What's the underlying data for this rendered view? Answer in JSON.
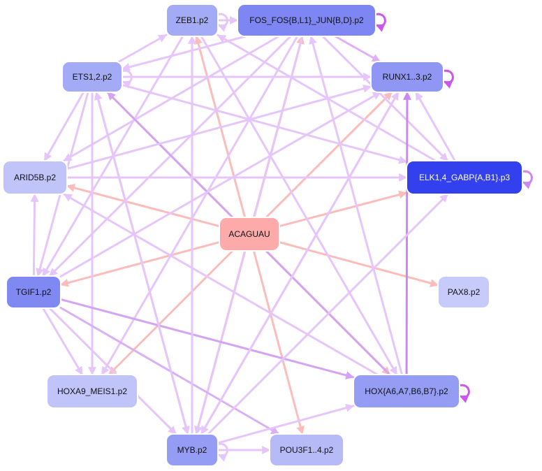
{
  "graph": {
    "nodes": [
      {
        "id": "ZEB1",
        "label": "ZEB1.p2",
        "color": "#a3aaf6"
      },
      {
        "id": "FOS",
        "label": "FOS_FOS{B,L1}_JUN{B,D}.p2",
        "color": "#7d86f2"
      },
      {
        "id": "ETS12",
        "label": "ETS1,2.p2",
        "color": "#a3aaf6"
      },
      {
        "id": "RUNX1",
        "label": "RUNX1..3.p2",
        "color": "#8f96f4"
      },
      {
        "id": "ARID5B",
        "label": "ARID5B.p2",
        "color": "#c0c4f9"
      },
      {
        "id": "ELK1",
        "label": "ELK1,4_GABP{A,B1}.p3",
        "color": "#3340ee"
      },
      {
        "id": "ACAGUAU",
        "label": "ACAGUAU",
        "color": "#fcaaaa"
      },
      {
        "id": "TGIF1",
        "label": "TGIF1.p2",
        "color": "#8088f2"
      },
      {
        "id": "PAX8",
        "label": "PAX8.p2",
        "color": "#c7cbfa"
      },
      {
        "id": "HOXA9",
        "label": "HOXA9_MEIS1.p2",
        "color": "#c0c4f9"
      },
      {
        "id": "HOXA6",
        "label": "HOX{A6,A7,B6,B7}.p2",
        "color": "#959cf4"
      },
      {
        "id": "MYB",
        "label": "MYB.p2",
        "color": "#959cf4"
      },
      {
        "id": "POU3F1",
        "label": "POU3F1..4.p2",
        "color": "#b6bbf8"
      }
    ],
    "edges": [
      {
        "from": "ACAGUAU",
        "to": "ZEB1",
        "color": "#fcbcbc"
      },
      {
        "from": "ACAGUAU",
        "to": "FOS",
        "color": "#fcbcbc"
      },
      {
        "from": "ACAGUAU",
        "to": "ETS12",
        "color": "#fcbcbc"
      },
      {
        "from": "ACAGUAU",
        "to": "RUNX1",
        "color": "#fcbcbc"
      },
      {
        "from": "ACAGUAU",
        "to": "ARID5B",
        "color": "#fcbcbc"
      },
      {
        "from": "ACAGUAU",
        "to": "ELK1",
        "color": "#fcbcbc"
      },
      {
        "from": "ACAGUAU",
        "to": "TGIF1",
        "color": "#fcbcbc"
      },
      {
        "from": "ACAGUAU",
        "to": "PAX8",
        "color": "#fcbcbc"
      },
      {
        "from": "ACAGUAU",
        "to": "HOXA9",
        "color": "#fcbcbc"
      },
      {
        "from": "ACAGUAU",
        "to": "HOXA6",
        "color": "#fcbcbc"
      },
      {
        "from": "ACAGUAU",
        "to": "MYB",
        "color": "#fcbcbc"
      },
      {
        "from": "ACAGUAU",
        "to": "POU3F1",
        "color": "#fcbcbc"
      },
      {
        "from": "FOS",
        "to": "RUNX1",
        "color": "#e0b0f6"
      },
      {
        "from": "FOS",
        "to": "ETS12",
        "color": "#e6c6fa"
      },
      {
        "from": "FOS",
        "to": "ARID5B",
        "color": "#e6c6fa"
      },
      {
        "from": "FOS",
        "to": "TGIF1",
        "color": "#e6c6fa"
      },
      {
        "from": "FOS",
        "to": "MYB",
        "color": "#e6c6fa"
      },
      {
        "from": "FOS",
        "to": "ELK1",
        "color": "#e6c6fa"
      },
      {
        "from": "FOS",
        "to": "HOXA9",
        "color": "#e6c6fa"
      },
      {
        "from": "ZEB1",
        "to": "FOS",
        "color": "#e6c6fa"
      },
      {
        "from": "ZEB1",
        "to": "HOXA6",
        "color": "#e6c6fa"
      },
      {
        "from": "ZEB1",
        "to": "TGIF1",
        "color": "#e6c6fa"
      },
      {
        "from": "ETS12",
        "to": "ZEB1",
        "color": "#e6c6fa"
      },
      {
        "from": "ETS12",
        "to": "RUNX1",
        "color": "#e6c6fa"
      },
      {
        "from": "ETS12",
        "to": "ARID5B",
        "color": "#e6c6fa"
      },
      {
        "from": "ETS12",
        "to": "TGIF1",
        "color": "#e6c6fa"
      },
      {
        "from": "ETS12",
        "to": "MYB",
        "color": "#e6c6fa"
      },
      {
        "from": "ETS12",
        "to": "ELK1",
        "color": "#e6c6fa"
      },
      {
        "from": "ETS12",
        "to": "HOXA9",
        "color": "#e6c6fa"
      },
      {
        "from": "HOXA6",
        "to": "ETS12",
        "color": "#d4a4f4"
      },
      {
        "from": "ARID5B",
        "to": "RUNX1",
        "color": "#e6c6fa"
      },
      {
        "from": "ARID5B",
        "to": "ELK1",
        "color": "#e6c6fa"
      },
      {
        "from": "TGIF1",
        "to": "ARID5B",
        "color": "#e6c6fa"
      },
      {
        "from": "TGIF1",
        "to": "RUNX1",
        "color": "#e6c6fa"
      },
      {
        "from": "TGIF1",
        "to": "HOXA9",
        "color": "#e6c6fa"
      },
      {
        "from": "TGIF1",
        "to": "MYB",
        "color": "#e6c6fa"
      },
      {
        "from": "TGIF1",
        "to": "POU3F1",
        "color": "#d8b0f4"
      },
      {
        "from": "TGIF1",
        "to": "HOXA6",
        "color": "#d4a4f4"
      },
      {
        "from": "ELK1",
        "to": "RUNX1",
        "color": "#e6c6fa"
      },
      {
        "from": "ELK1",
        "to": "ZEB1",
        "color": "#e6c6fa"
      },
      {
        "from": "HOXA6",
        "to": "RUNX1",
        "color": "#cc88f0"
      },
      {
        "from": "HOXA6",
        "to": "FOS",
        "color": "#e6c6fa"
      },
      {
        "from": "HOXA6",
        "to": "ARID5B",
        "color": "#e6c6fa"
      },
      {
        "from": "MYB",
        "to": "ELK1",
        "color": "#e6c6fa"
      },
      {
        "from": "MYB",
        "to": "HOXA6",
        "color": "#e6c6fa"
      },
      {
        "from": "MYB",
        "to": "POU3F1",
        "color": "#e6c6fa"
      },
      {
        "from": "MYB",
        "to": "ZEB1",
        "color": "#e6c6fa"
      },
      {
        "from": "MYB",
        "to": "RUNX1",
        "color": "#e6c6fa"
      },
      {
        "from": "MYB",
        "to": "ETS12",
        "color": "#e6c6fa"
      },
      {
        "from": "RUNX1",
        "to": "MYB",
        "color": "#e6c6fa"
      },
      {
        "from": "ZEB1",
        "to": "ZEB1",
        "color": "#e6c6fa",
        "self": true
      },
      {
        "from": "FOS",
        "to": "FOS",
        "color": "#cc55ee",
        "self": true
      },
      {
        "from": "ETS12",
        "to": "ETS12",
        "color": "#e6c6fa",
        "self": true
      },
      {
        "from": "RUNX1",
        "to": "RUNX1",
        "color": "#cc55ee",
        "self": true
      },
      {
        "from": "ELK1",
        "to": "ELK1",
        "color": "#cc88f0",
        "self": true
      },
      {
        "from": "HOXA6",
        "to": "HOXA6",
        "color": "#cc55ee",
        "self": true
      },
      {
        "from": "MYB",
        "to": "MYB",
        "color": "#e6c6fa",
        "self": true
      }
    ]
  }
}
